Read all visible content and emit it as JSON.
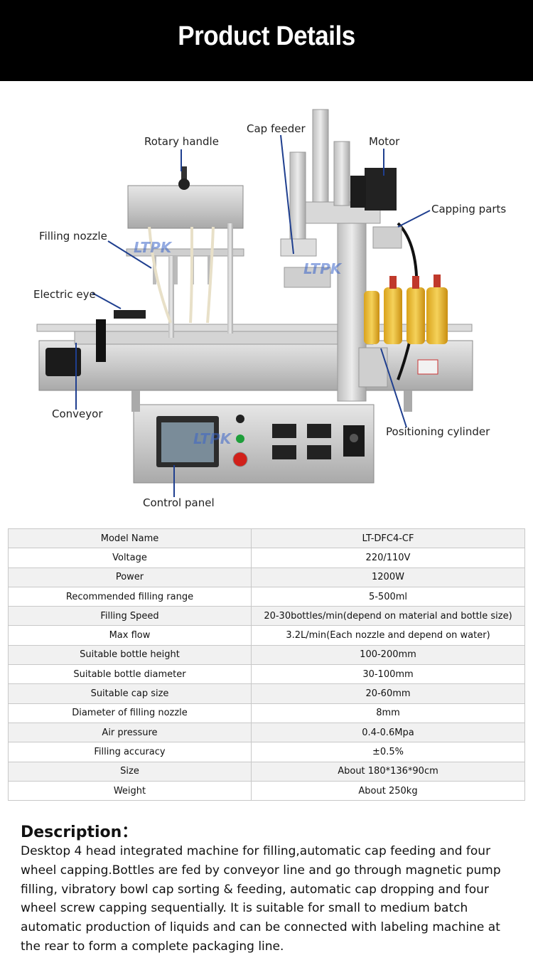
{
  "header": {
    "title": "Product Details"
  },
  "figure": {
    "labels": {
      "rotary_handle": "Rotary handle",
      "cap_feeder": "Cap feeder",
      "motor": "Motor",
      "capping_parts": "Capping parts",
      "filling_nozzle": "Filling nozzle",
      "electric_eye": "Electric eye",
      "conveyor": "Conveyor",
      "positioning_cylinder": "Positioning cylinder",
      "control_panel": "Control panel"
    },
    "watermark": "LTPK"
  },
  "specs": {
    "rows": [
      {
        "key": "Model Name",
        "value": "LT-DFC4-CF"
      },
      {
        "key": "Voltage",
        "value": "220/110V"
      },
      {
        "key": "Power",
        "value": "1200W"
      },
      {
        "key": "Recommended filling range",
        "value": "5-500ml"
      },
      {
        "key": "Filling Speed",
        "value": "20-30bottles/min(depend on material and bottle size)"
      },
      {
        "key": "Max flow",
        "value": "3.2L/min(Each nozzle and depend on water)"
      },
      {
        "key": "Suitable bottle height",
        "value": "100-200mm"
      },
      {
        "key": "Suitable bottle diameter",
        "value": "30-100mm"
      },
      {
        "key": "Suitable cap size",
        "value": "20-60mm"
      },
      {
        "key": "Diameter of filling nozzle",
        "value": "8mm"
      },
      {
        "key": "Air pressure",
        "value": "0.4-0.6Mpa"
      },
      {
        "key": "Filling accuracy",
        "value": "±0.5%"
      },
      {
        "key": "Size",
        "value": "About 180*136*90cm"
      },
      {
        "key": "Weight",
        "value": "About 250kg"
      }
    ]
  },
  "description": {
    "title": "Description：",
    "body": "Desktop 4 head integrated machine for filling,automatic cap feeding and four wheel capping.Bottles are fed by conveyor line and go through magnetic pump filling, vibratory bowl cap sorting & feeding, automatic cap dropping and four wheel screw capping sequentially. It is suitable for small to medium batch automatic production of liquids and can be connected with labeling machine at the rear to form a complete packaging line."
  },
  "colors": {
    "header_bg": "#000000",
    "header_text": "#ffffff",
    "label_line": "#1f3f8f",
    "watermark": "#3a64c8",
    "table_stripe": "#f1f1f1",
    "table_border": "#c8c8c8"
  }
}
